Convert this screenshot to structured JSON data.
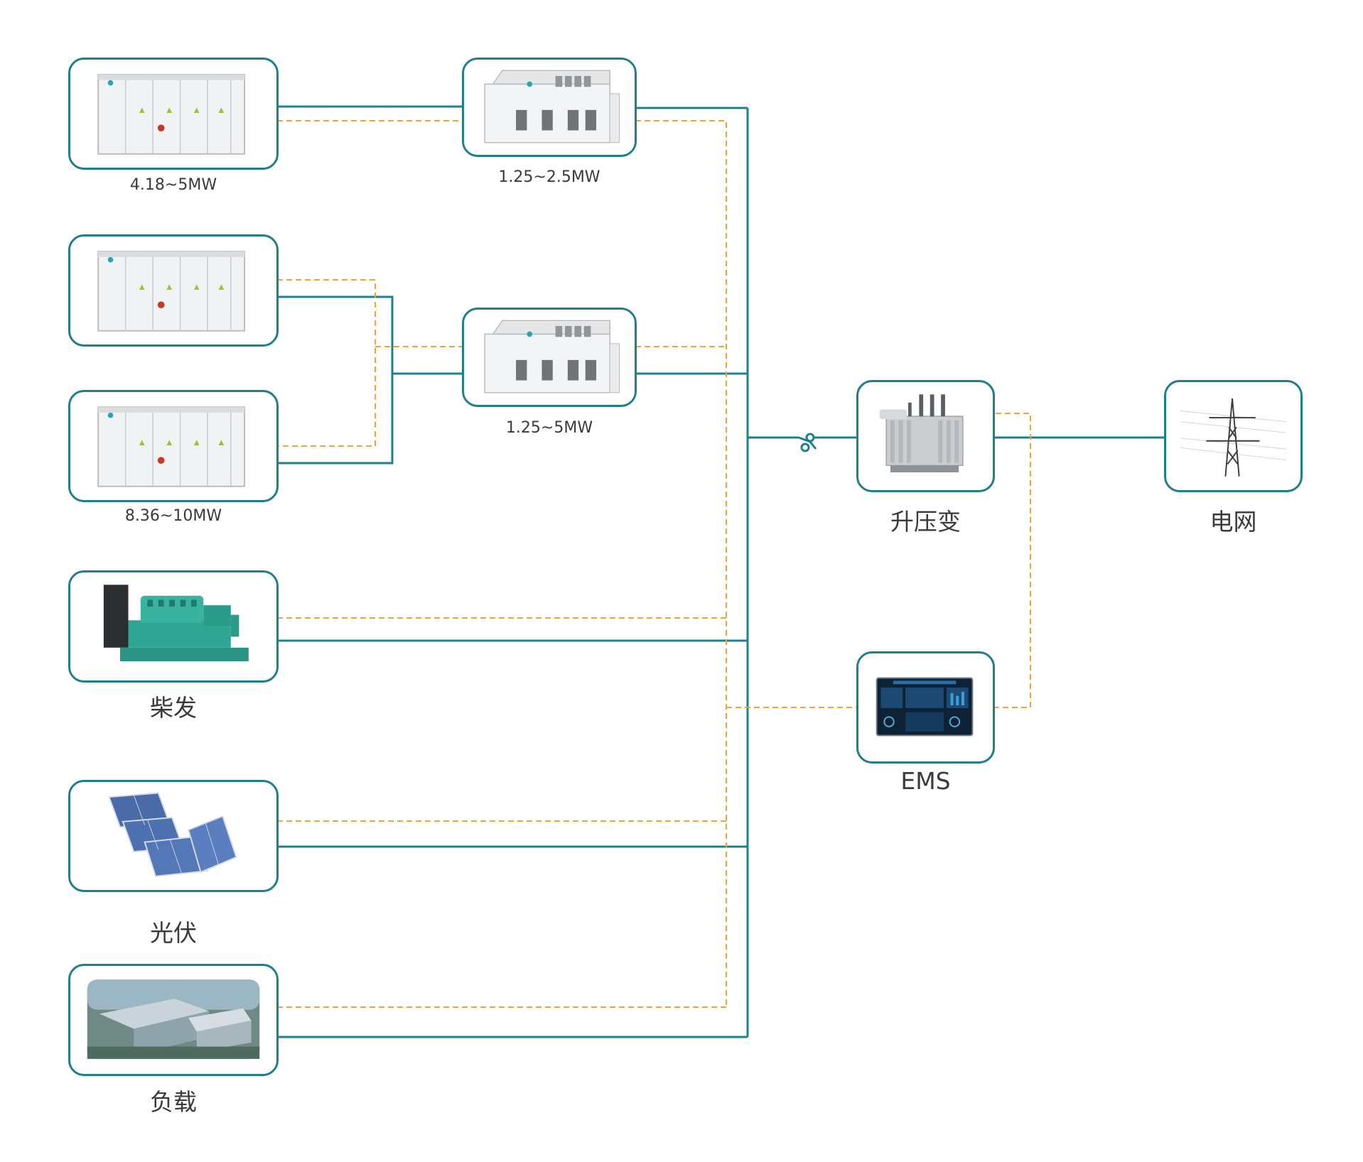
{
  "colors": {
    "power_line": "#1f7f8c",
    "comm_line": "#f2a13a",
    "box_border": "#1f7f8c"
  },
  "nodes": {
    "bess1": {
      "caption": "4.18~5MW",
      "icon": "battery-container-icon"
    },
    "pcs1": {
      "caption": "1.25~2.5MW",
      "icon": "pcs-cabinet-icon"
    },
    "bess2": {
      "caption": "",
      "icon": "battery-container-icon"
    },
    "bess3": {
      "caption": "8.36~10MW",
      "icon": "battery-container-icon"
    },
    "pcs2": {
      "caption": "1.25~5MW",
      "icon": "pcs-cabinet-icon"
    },
    "diesel": {
      "caption": "柴发",
      "icon": "diesel-generator-icon"
    },
    "pv": {
      "caption": "光伏",
      "icon": "solar-panel-icon"
    },
    "load": {
      "caption": "负载",
      "icon": "factory-building-icon"
    },
    "transformer": {
      "caption": "升压变",
      "icon": "transformer-icon"
    },
    "grid": {
      "caption": "电网",
      "icon": "power-tower-icon"
    },
    "ems": {
      "caption": "EMS",
      "icon": "ems-screen-icon"
    }
  }
}
